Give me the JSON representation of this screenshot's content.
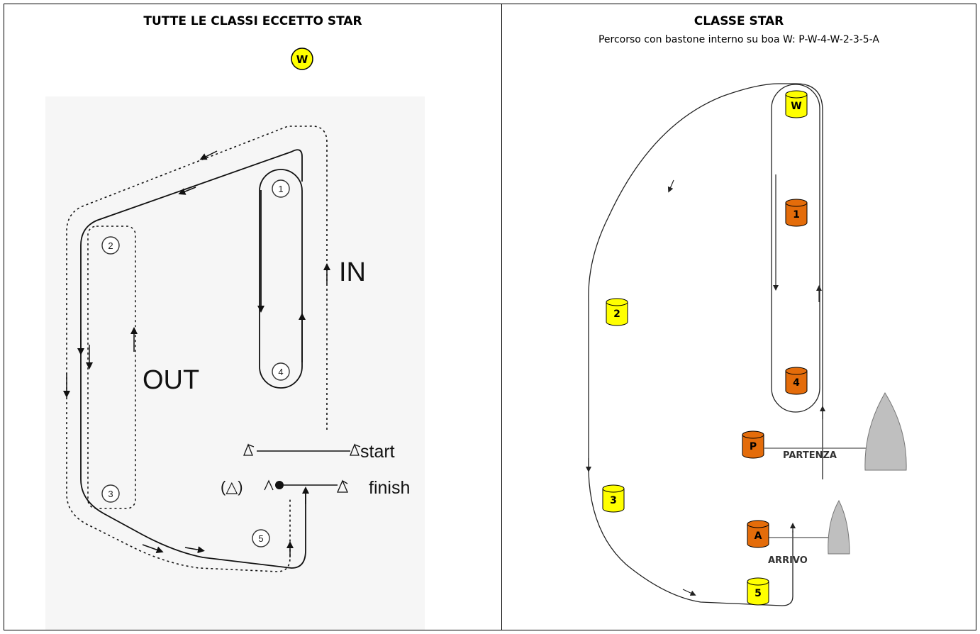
{
  "left_panel": {
    "title": "TUTTE LE CLASSI ECCETTO STAR",
    "top_mark": "W",
    "marks": [
      "1",
      "2",
      "3",
      "4",
      "5"
    ],
    "label_in": "IN",
    "label_out": "OUT",
    "label_start": "start",
    "label_finish": "finish",
    "finish_alt_marker": "(△)"
  },
  "right_panel": {
    "title": "CLASSE STAR",
    "subtitle": "Percorso con bastone interno su boa W: P-W-4-W-2-3-5-A",
    "buoys": {
      "w": "W",
      "b1": "1",
      "b2": "2",
      "b3": "3",
      "b4": "4",
      "b5": "5",
      "p": "P",
      "a": "A"
    },
    "label_partenza": "PARTENZA",
    "label_arrivo": "ARRIVO"
  },
  "colors": {
    "yellow_buoy": "#ffff00",
    "orange_buoy": "#e46c0a",
    "boat_grey": "#bfbfbf",
    "course_line": "#222222"
  }
}
